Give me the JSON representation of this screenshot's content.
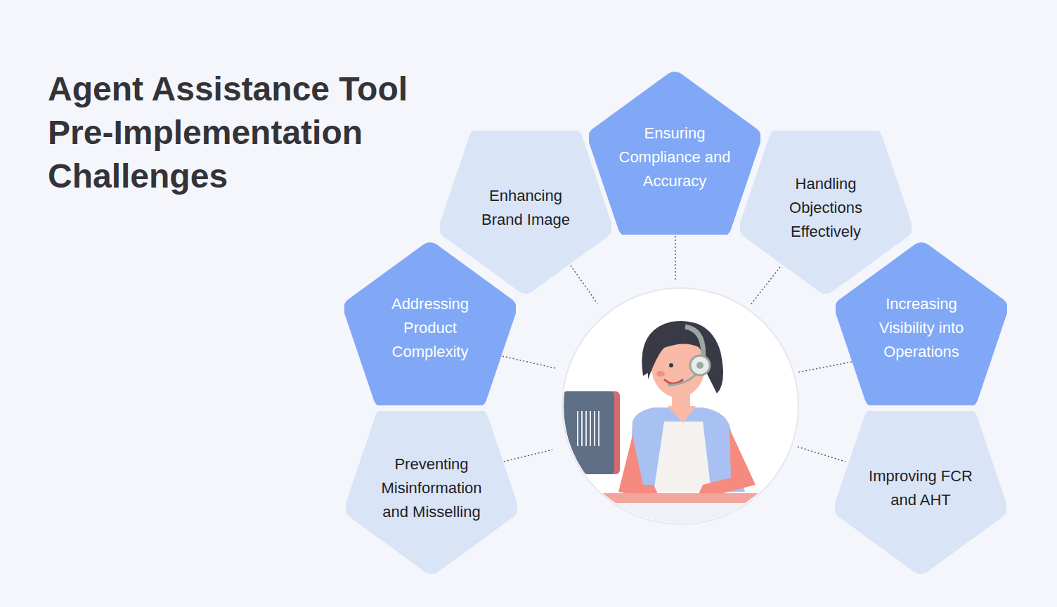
{
  "diagram": {
    "title": "Agent Assistance Tool Pre-Implementation Challenges",
    "nodes": [
      {
        "text": [
          "Ensuring Compliance and Accuracy"
        ]
      },
      {
        "text": [
          "Enhancing Brand Image"
        ]
      },
      {
        "text": [
          "Handling Objections Effectively"
        ]
      },
      {
        "text": [
          "Addressing Product Complexity"
        ]
      },
      {
        "text": [
          "Increasing Visibility into Operations"
        ]
      },
      {
        "text": [
          "Preventing Misinformation and Misselling"
        ]
      },
      {
        "text": [
          "Improving FCR and AHT"
        ]
      }
    ]
  }
}
